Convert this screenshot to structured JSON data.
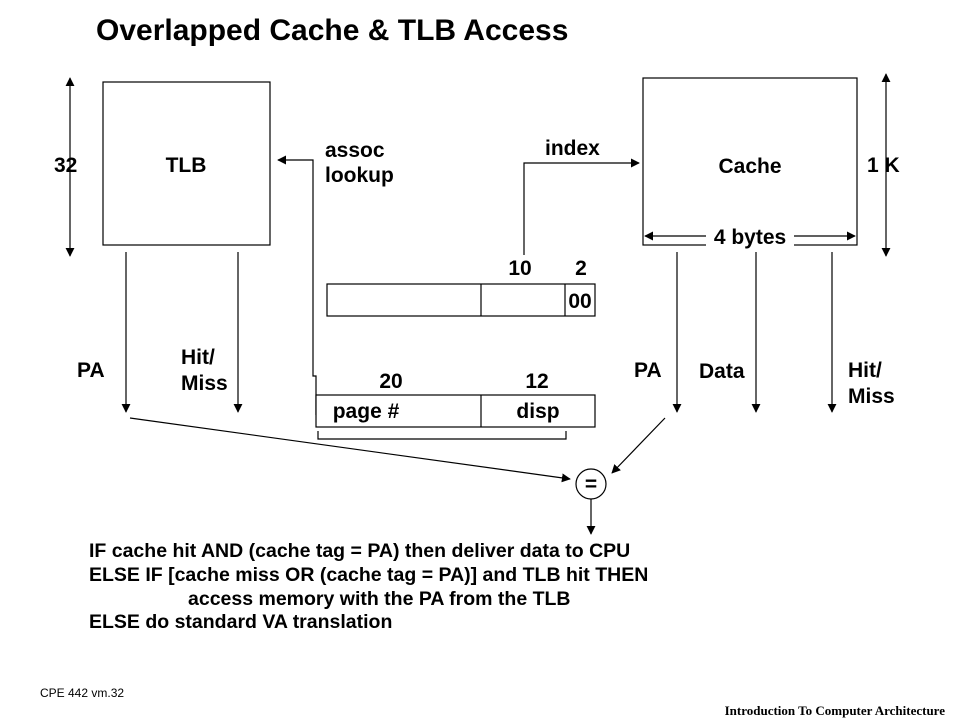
{
  "title": "Overlapped Cache & TLB Access",
  "tlb": {
    "label": "TLB",
    "size": "32",
    "pa_label": "PA",
    "hit_miss_line1": "Hit/",
    "hit_miss_line2": "Miss"
  },
  "assoc_lookup": {
    "line1": "assoc",
    "line2": "lookup"
  },
  "cache": {
    "label": "Cache",
    "size": "1 K",
    "width_label": "4 bytes",
    "index_label": "index",
    "pa_label": "PA",
    "data_label": "Data",
    "hit_miss_line1": "Hit/",
    "hit_miss_line2": "Miss"
  },
  "cache_address": {
    "index_bits": "10",
    "offset_bits": "2",
    "offset_value": "00"
  },
  "virtual_address": {
    "page_bits": "20",
    "disp_bits": "12",
    "page_label": "page #",
    "disp_label": "disp"
  },
  "comparator": {
    "symbol": "="
  },
  "logic": {
    "line1": "IF cache hit AND (cache tag = PA) then deliver data to CPU",
    "line2": "ELSE IF [cache miss OR (cache tag = PA)] and TLB hit THEN",
    "line3": "access memory with the PA from the TLB",
    "line4": "ELSE do standard VA translation"
  },
  "footer": {
    "left": "CPE 442  vm.32",
    "right": "Introduction To Computer Architecture"
  }
}
